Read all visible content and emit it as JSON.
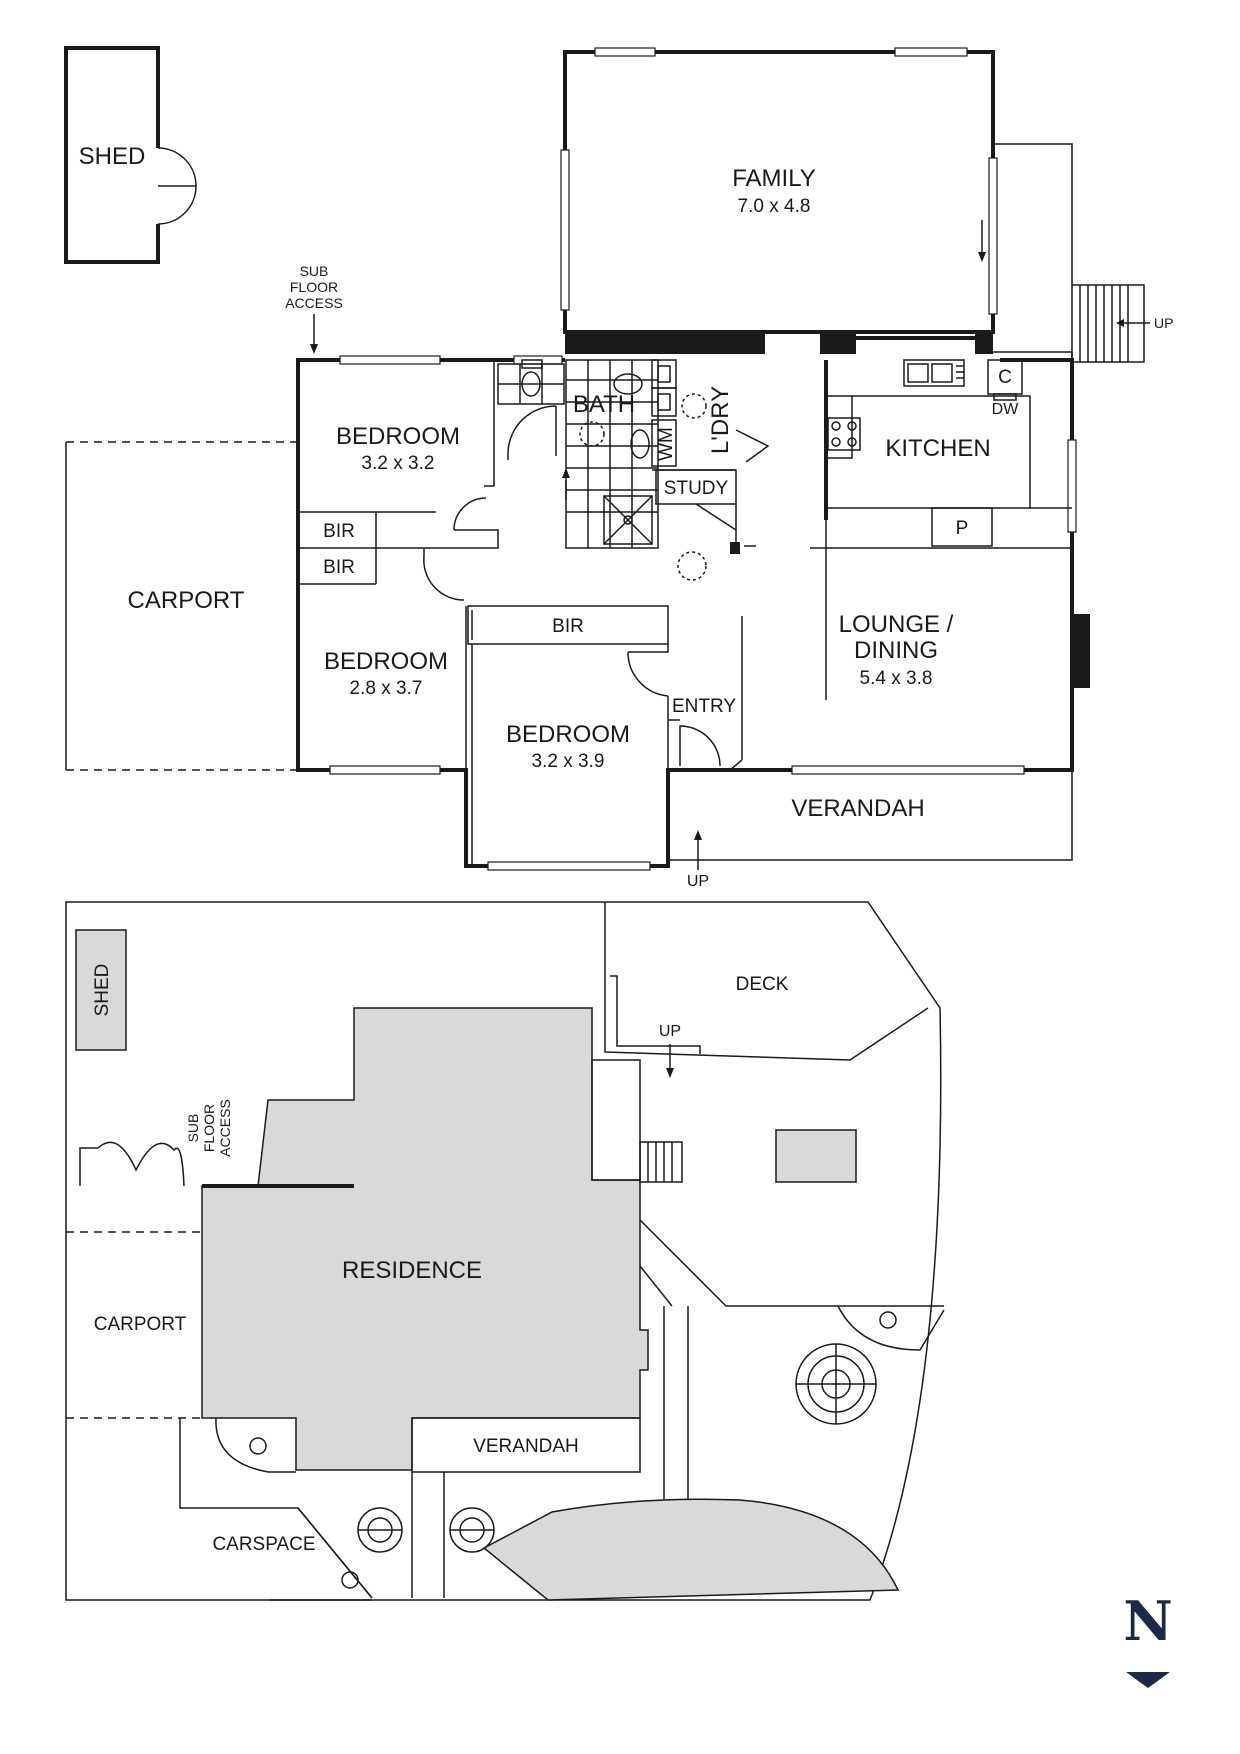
{
  "floor_plan": {
    "rooms": {
      "shed": "SHED",
      "family": {
        "name": "FAMILY",
        "dims": "7.0 x 4.8"
      },
      "kitchen": "KITCHEN",
      "bath": "BATH",
      "laundry": "L'DRY",
      "wm": "WM",
      "study": "STUDY",
      "bedroom1": {
        "name": "BEDROOM",
        "dims": "3.2 x 3.2"
      },
      "bedroom2": {
        "name": "BEDROOM",
        "dims": "2.8 x 3.7"
      },
      "bedroom3": {
        "name": "BEDROOM",
        "dims": "3.2 x 3.9"
      },
      "bir1": "BIR",
      "bir2": "BIR",
      "bir3": "BIR",
      "carport": "CARPORT",
      "lounge": {
        "line1": "LOUNGE /",
        "line2": "DINING",
        "dims": "5.4 x 3.8"
      },
      "entry": "ENTRY",
      "verandah": "VERANDAH",
      "pantry": "P",
      "cupboard": "C",
      "dishwasher": "DW"
    },
    "subfloor": {
      "line1": "SUB",
      "line2": "FLOOR",
      "line3": "ACCESS"
    },
    "up_stairs": "UP",
    "up_entry": "UP"
  },
  "site_plan": {
    "shed": "SHED",
    "deck": "DECK",
    "up": "UP",
    "residence": "RESIDENCE",
    "carport": "CARPORT",
    "verandah": "VERANDAH",
    "carspace": "CARSPACE",
    "subfloor": {
      "line1": "SUB",
      "line2": "FLOOR",
      "line3": "ACCESS"
    }
  },
  "compass": {
    "letter": "N"
  },
  "colors": {
    "ink": "#1a1a1a",
    "fill": "#d9d9d9",
    "background": "#ffffff"
  }
}
